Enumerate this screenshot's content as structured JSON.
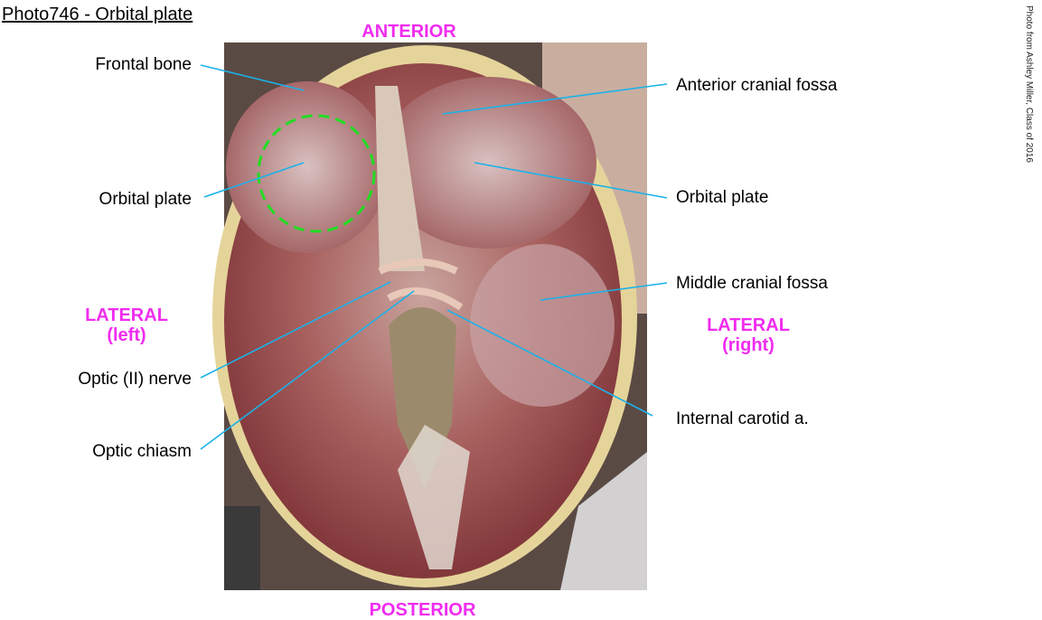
{
  "title": "Photo746 - Orbital plate",
  "credit": "Photo from Ashley Miller, Class of 2016",
  "orientation": {
    "anterior": "ANTERIOR",
    "posterior": "POSTERIOR",
    "lateral_left": [
      "LATERAL",
      "(left)"
    ],
    "lateral_right": [
      "LATERAL",
      "(right)"
    ]
  },
  "labels_left": [
    "Frontal bone",
    "Orbital plate",
    "Optic (II) nerve",
    "Optic chiasm"
  ],
  "labels_right": [
    "Anterior cranial fossa",
    "Orbital plate",
    "Middle cranial fossa",
    "Internal carotid a."
  ],
  "colors": {
    "leader": "#1ab2ea",
    "orientation": "#f02cf0",
    "highlight": "#22dd22"
  }
}
